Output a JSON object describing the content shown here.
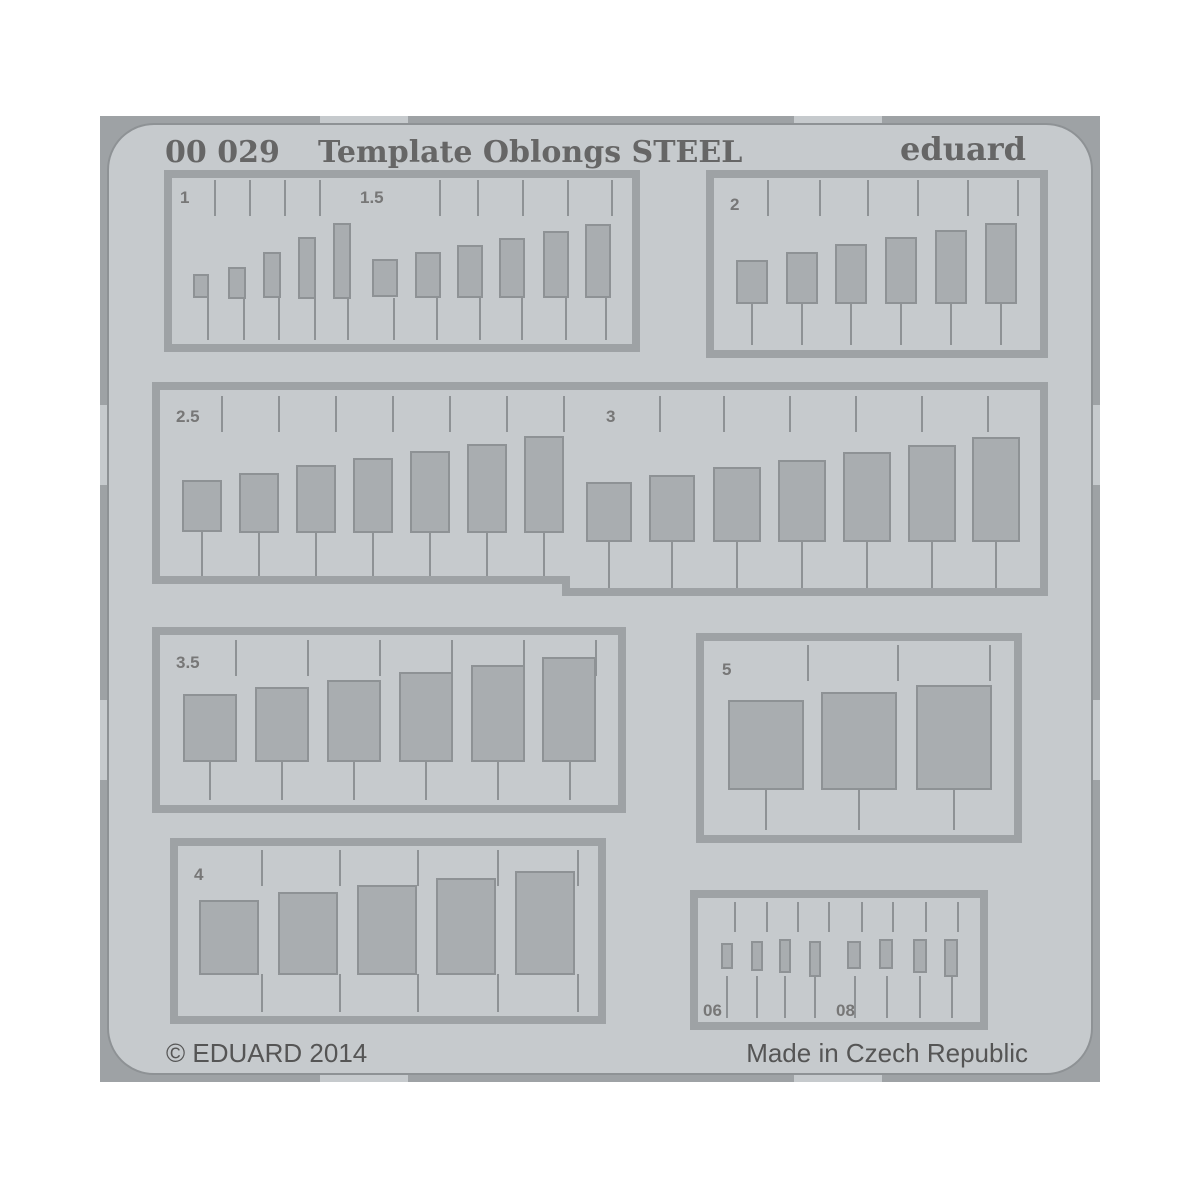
{
  "header": {
    "code": "00 029",
    "title": "Template Oblongs STEEL",
    "brand": "eduard"
  },
  "footer": {
    "copyright": "© EDUARD 2014",
    "origin": "Made in Czech Republic"
  },
  "colors": {
    "sheet": "#c6cacd",
    "frame": "#9ea2a5",
    "edge": "#8e9295",
    "hole": "#a9adb0",
    "text": "#666666"
  },
  "groups": [
    {
      "label": "1"
    },
    {
      "label": "1.5"
    },
    {
      "label": "2"
    },
    {
      "label": "2.5"
    },
    {
      "label": "3"
    },
    {
      "label": "3.5"
    },
    {
      "label": "5"
    },
    {
      "label": "4"
    },
    {
      "label": "06"
    },
    {
      "label": "08"
    }
  ]
}
